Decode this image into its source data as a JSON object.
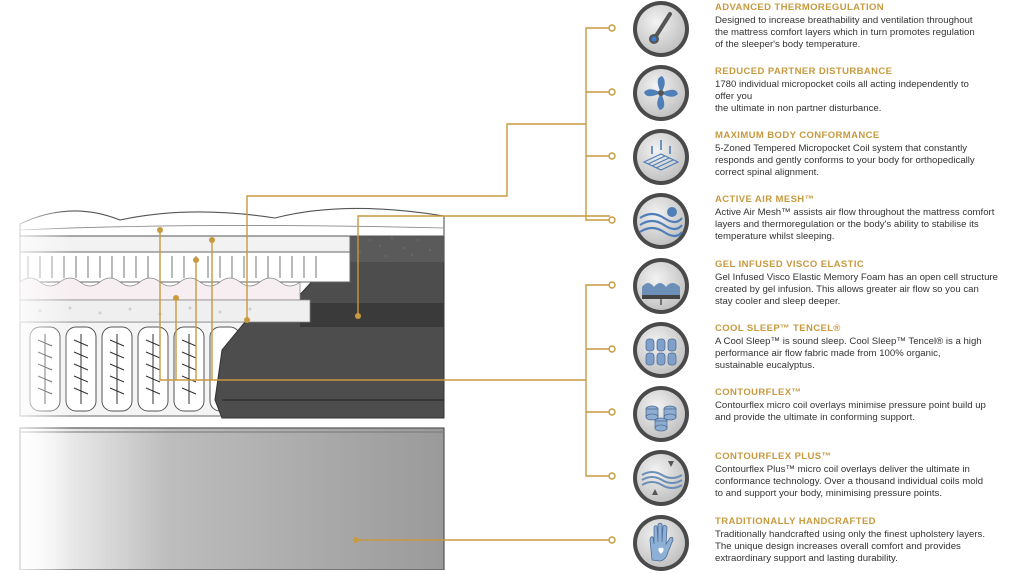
{
  "colors": {
    "accent": "#c79a3f",
    "text": "#333333",
    "badge_dark": "#4a4a4a",
    "badge_light": "#d9d9d9"
  },
  "features": [
    {
      "title": "ADVANCED THERMOREGULATION",
      "line1": "Designed to increase breathability and ventilation throughout",
      "line2": "the mattress comfort layers which in turn promotes regulation",
      "line3": "of the sleeper's body temperature.",
      "icon": "thermometer-icon"
    },
    {
      "title": "REDUCED PARTNER DISTURBANCE",
      "line1": "1780 individual micropocket coils all acting independently to",
      "line2": "offer you",
      "line3": "the ultimate in non partner disturbance.",
      "icon": "fan-icon"
    },
    {
      "title": "MAXIMUM BODY CONFORMANCE",
      "line1": "5-Zoned Tempered Micropocket Coil system that constantly",
      "line2": "responds and gently conforms to your body for orthopedically",
      "line3": "correct spinal alignment.",
      "icon": "coil-grid-icon"
    },
    {
      "title": "ACTIVE AIR MESH™",
      "line1": "Active Air Mesh™ assists air flow throughout the mattress comfort",
      "line2": "layers and thermoregulation or the body's ability to stabilise its",
      "line3": "temperature whilst sleeping.",
      "icon": "air-wave-icon"
    },
    {
      "title": "GEL INFUSED VISCO ELASTIC",
      "line1": "Gel Infused Visco Elastic Memory Foam has an open cell structure",
      "line2": "created by gel infusion. This allows greater air flow so you can",
      "line3": "stay cooler and sleep deeper.",
      "icon": "foam-layer-icon"
    },
    {
      "title": "COOL SLEEP™ TENCEL®",
      "line1": "A Cool Sleep™ is sound sleep. Cool Sleep™ Tencel® is a high",
      "line2": "performance air flow fabric made from 100% organic,",
      "line3": "sustainable eucalyptus.",
      "icon": "coil-stack-icon"
    },
    {
      "title": "CONTOURFLEX™",
      "line1": "Contourflex micro coil overlays minimise pressure point build up",
      "line2": "and provide the ultimate in conforming support.",
      "line3": "",
      "icon": "micro-coil-icon"
    },
    {
      "title": "CONTOURFLEX PLUS™",
      "line1": "Contourflex Plus™ micro coil overlays deliver the ultimate in",
      "line2": "conformance technology. Over a thousand individual coils mold",
      "line3": "to and support your body, minimising pressure points.",
      "icon": "compression-wave-icon"
    },
    {
      "title": "TRADITIONALLY HANDCRAFTED",
      "line1": "Traditionally handcrafted using only the finest upholstery layers.",
      "line2": "The unique design increases overall comfort and provides",
      "line3": "extraordinary support and lasting durability.",
      "icon": "hand-heart-icon"
    }
  ]
}
